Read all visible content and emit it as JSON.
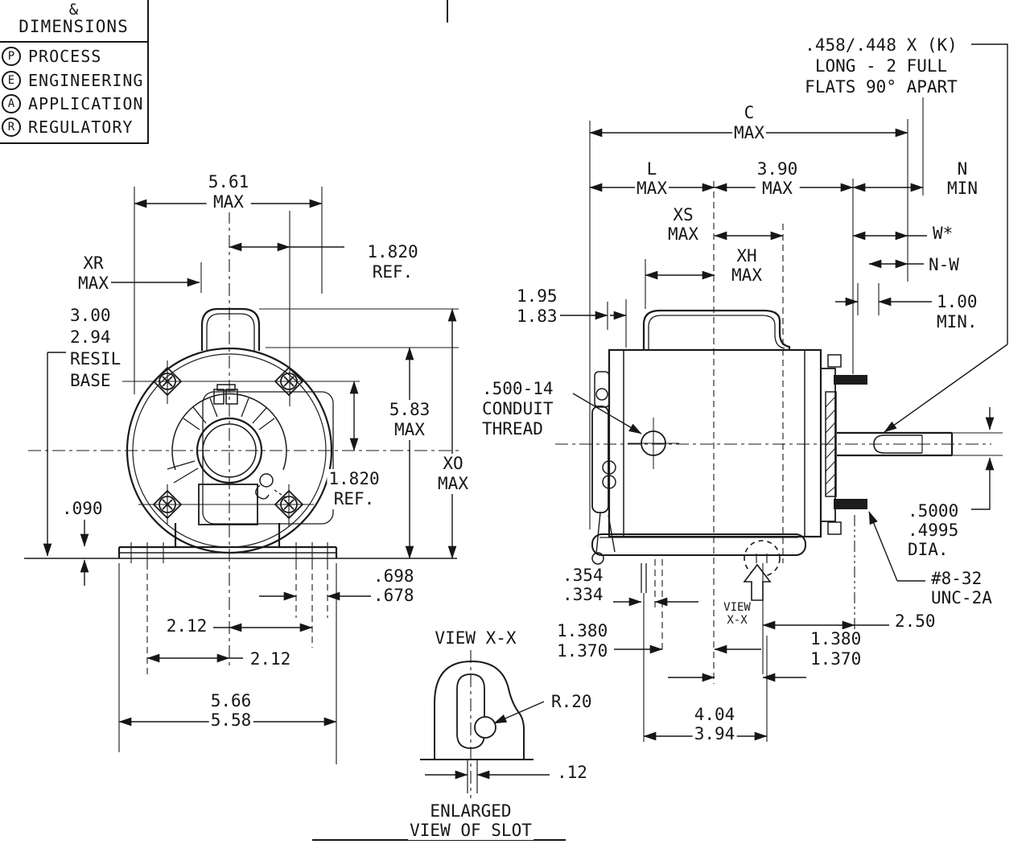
{
  "legend": {
    "amp": "&",
    "title": "DIMENSIONS",
    "rows": [
      {
        "code": "P",
        "label": "PROCESS"
      },
      {
        "code": "E",
        "label": "ENGINEERING"
      },
      {
        "code": "A",
        "label": "APPLICATION"
      },
      {
        "code": "R",
        "label": "REGULATORY"
      }
    ]
  },
  "front_view": {
    "dim_width_max": [
      "5.61",
      "MAX"
    ],
    "dim_bolt_ref_top": [
      "1.820",
      "REF."
    ],
    "dim_xr": [
      "XR",
      "MAX"
    ],
    "note_resil_base": [
      "3.00",
      "2.94",
      "RESIL",
      "BASE"
    ],
    "dim_foot_thickness": ".090",
    "dim_height_max": [
      "5.83",
      "MAX"
    ],
    "dim_xo": [
      "XO",
      "MAX"
    ],
    "dim_bolt_ref_side": [
      "1.820",
      "REF."
    ],
    "dim_foot_slot": [
      ".698",
      ".678"
    ],
    "dim_bolt_spacing_right": "2.12",
    "dim_bolt_spacing_left": "2.12",
    "dim_base_width": [
      "5.66",
      "5.58"
    ]
  },
  "side_view": {
    "note_shaft_flat": [
      ".458/.448 X (K)",
      "LONG - 2 FULL",
      "FLATS 90° APART"
    ],
    "dim_c": [
      "C",
      "MAX"
    ],
    "dim_l": [
      "L",
      "MAX"
    ],
    "dim_390": [
      "3.90",
      "MAX"
    ],
    "dim_n": [
      "N",
      "MIN"
    ],
    "dim_xs": [
      "XS",
      "MAX"
    ],
    "dim_w": "W*",
    "dim_xh": [
      "XH",
      "MAX"
    ],
    "dim_nw": "N-W",
    "dim_195": [
      "1.95",
      "1.83"
    ],
    "dim_100": [
      "1.00",
      "MIN."
    ],
    "note_conduit": [
      ".500-14",
      "CONDUIT",
      "THREAD"
    ],
    "note_shaft_dia": [
      ".5000",
      ".4995",
      "DIA."
    ],
    "note_stud": [
      "#8-32",
      "UNC-2A"
    ],
    "dim_250": "2.50",
    "dim_354": [
      ".354",
      ".334"
    ],
    "dim_1380_left": [
      "1.380",
      "1.370"
    ],
    "callout_view_xx": [
      "VIEW",
      "X-X"
    ],
    "dim_1380_right": [
      "1.380",
      "1.370"
    ],
    "dim_404": [
      "4.04",
      "3.94"
    ]
  },
  "slot_view": {
    "title": "VIEW X-X",
    "dim_radius": "R.20",
    "dim_width": ".12",
    "caption": [
      "ENLARGED",
      "VIEW OF SLOT"
    ]
  }
}
